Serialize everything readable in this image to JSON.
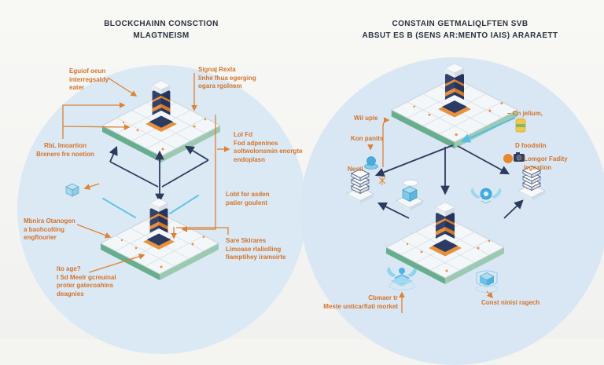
{
  "left": {
    "title": "BLOCKCHAINN CONSCTION\nMLAGTNEISM",
    "labels": {
      "eguiof": "Eguiof oeun\ninterregsaldy\neater",
      "signaj": "Signaj Rexla\nlinhe fhua egerging\nogara rgolnem",
      "rbl": "RbL Imoartion\nBrenere fre noetion",
      "lolfd": "Lol Fd\nFod adpenines\nsoltwolonsmin enorgte\nendoplasn",
      "mbnira": "Mbnira Otanogen\na baohcolting\nengflourier",
      "itoage": "Ito age?\nI Sd Meelr gcreuinal\nproter gatecoahins\ndeagnies",
      "lobt": "Lobt for asden\npatier goulent",
      "sare": "Sare Sklrares\nLimoase rlaliolling\nfiamptihey iramoirte"
    }
  },
  "right": {
    "title": "CONSTAIN GETMALIQLFTEN SVB\nABSUT ES B (SENS AR:MENTO IAIS) ARARAETT",
    "labels": {
      "wil_uple": "Wil uple",
      "kon_panits": "Kon panits",
      "nestl": "Nestl",
      "cn_jelium": "– Cn jelium,",
      "d_foodstin": "D foodstin",
      "lomgor": "Lomgor Fadity\nlegeation",
      "cbmaer": "Cbmaer tr\nMeste unticarfiati morket",
      "const": "Const ninisi ragech"
    }
  },
  "icons": {
    "left": [
      "cube-icon"
    ],
    "right": [
      "water-splash-icon",
      "ice-cube-icon",
      "winged-gauge-icon",
      "fountain-icon",
      "crate-icon",
      "jar-icon",
      "camera-icon",
      "orange-dot-icon",
      "sparkle-icon",
      "server-stack-icon"
    ]
  },
  "colors": {
    "background": "#f4f4f1",
    "panel_circle": "#dbe9f5",
    "title_text": "#2b323f",
    "label_orange": "#d3732a",
    "arrow_navy": "#2c3a5e",
    "arrow_cyan": "#56bde8",
    "platform_edge_green": "#68ad8c",
    "tower_navy": "#32426d",
    "tower_band_orange": "#e8913c",
    "icon_blue": "#4fb3e3"
  }
}
